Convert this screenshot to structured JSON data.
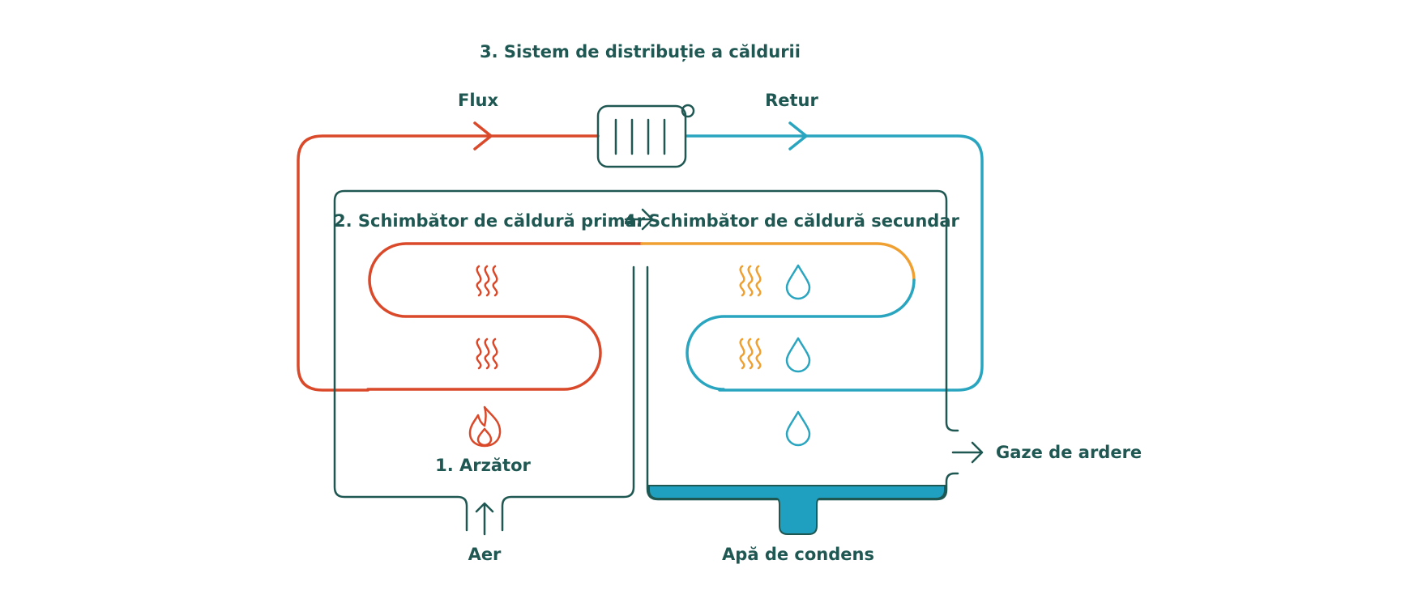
{
  "labels": {
    "distribution": "3. Sistem de distribuție a căldurii",
    "flow": "Flux",
    "return": "Retur",
    "primary_exchanger": "2. Schimbător de căldură primar",
    "secondary_exchanger": "4. Schimbător de căldură secundar",
    "burner": "1. Arzător",
    "air": "Aer",
    "flue_gas": "Gaze de ardere",
    "condensate": "Apă de condens"
  },
  "colors": {
    "outline": "#1f5752",
    "hot_pipe": "#d9492a",
    "cold_pipe": "#2aa5c0",
    "warm_pipe": "#f0a030",
    "condensate_fill": "#1fa0c0"
  },
  "icons": {
    "radiator": "radiator-icon",
    "heat": "heat-waves-icon",
    "flame": "flame-icon",
    "drop": "water-drop-icon",
    "arrow": "arrow-icon"
  }
}
